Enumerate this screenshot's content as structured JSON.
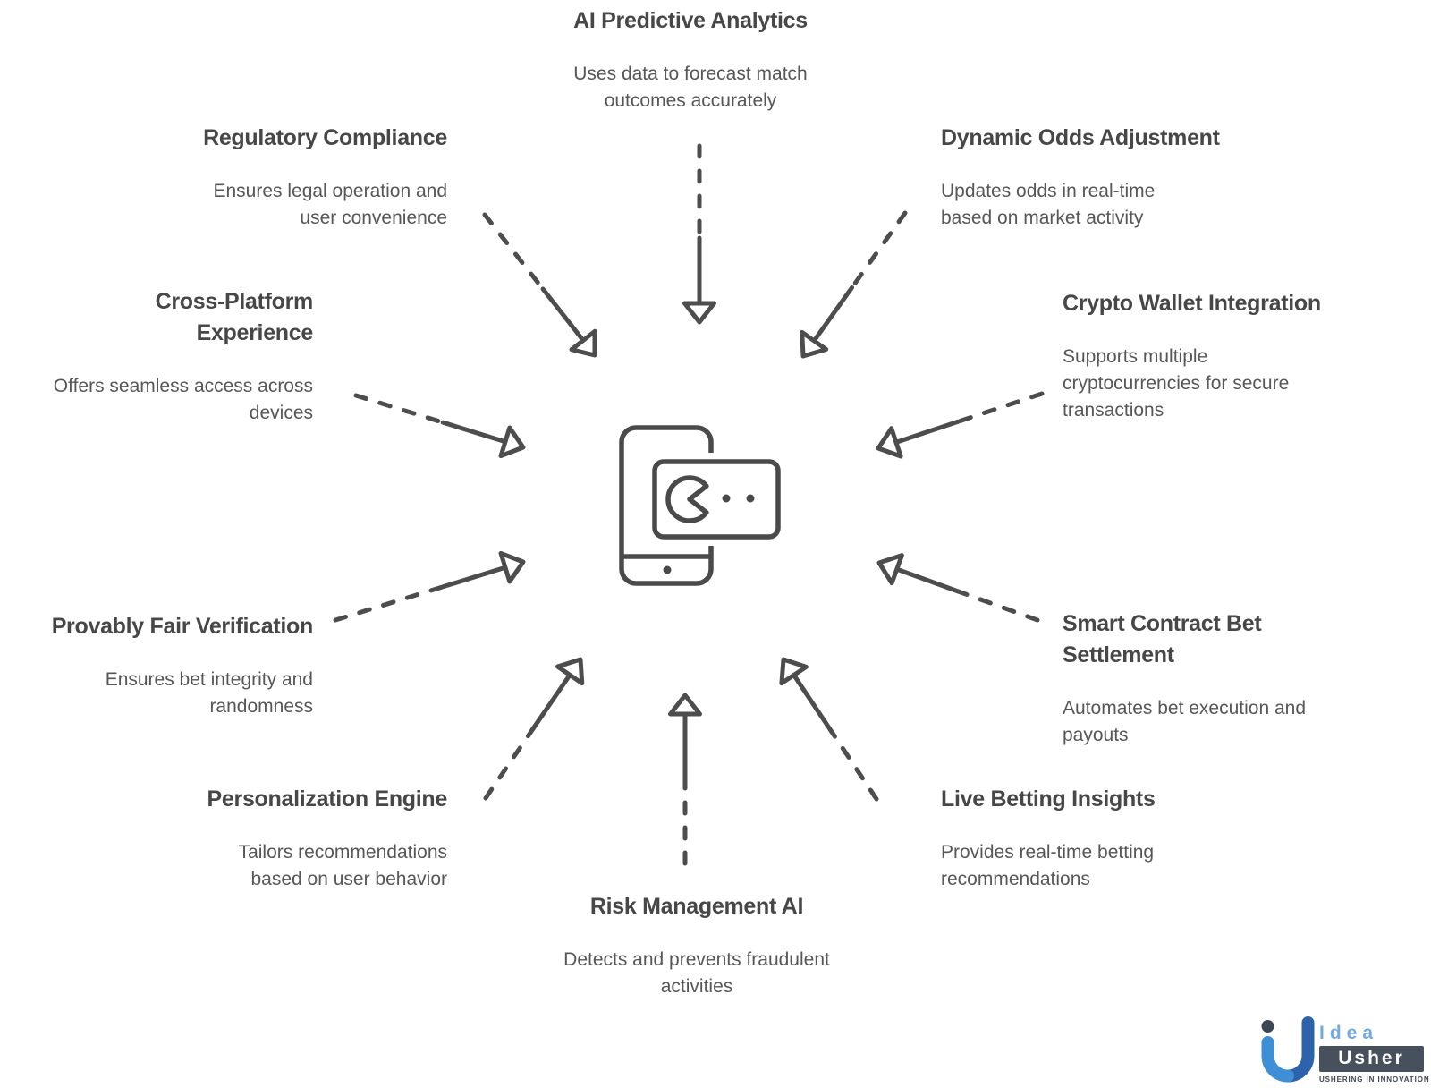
{
  "colors": {
    "background": "#ffffff",
    "heading_text": "#474747",
    "body_text": "#575757",
    "arrow_stroke": "#4d4d4d",
    "icon_stroke": "#4a4a4a",
    "logo_blue": "#3f8fd6",
    "logo_dark_blue": "#2e62ab",
    "logo_slate": "#3d4653",
    "logo_usher_bg": "#47515d",
    "logo_idea_text": "#72abe0"
  },
  "icons": {
    "center": "mobile-betting-app-icon"
  },
  "features": [
    {
      "id": "ai-predictive-analytics",
      "title": "AI Predictive Analytics",
      "description": "Uses data to forecast match\noutcomes accurately"
    },
    {
      "id": "regulatory-compliance",
      "title": "Regulatory Compliance",
      "description": "Ensures legal operation and\nuser convenience"
    },
    {
      "id": "dynamic-odds-adjustment",
      "title": "Dynamic Odds Adjustment",
      "description": "Updates odds in real-time\nbased on market activity"
    },
    {
      "id": "cross-platform-experience",
      "title": "Cross-Platform\nExperience",
      "description": "Offers seamless access across\ndevices"
    },
    {
      "id": "crypto-wallet-integration",
      "title": "Crypto Wallet Integration",
      "description": "Supports multiple\ncryptocurrencies for secure\ntransactions"
    },
    {
      "id": "provably-fair-verification",
      "title": "Provably Fair Verification",
      "description": "Ensures bet integrity and\nrandomness"
    },
    {
      "id": "smart-contract-bet-settlement",
      "title": "Smart Contract Bet\nSettlement",
      "description": "Automates bet execution and\npayouts"
    },
    {
      "id": "personalization-engine",
      "title": "Personalization Engine",
      "description": "Tailors recommendations\nbased on user behavior"
    },
    {
      "id": "live-betting-insights",
      "title": "Live Betting Insights",
      "description": "Provides real-time betting\nrecommendations"
    },
    {
      "id": "risk-management-ai",
      "title": "Risk Management AI",
      "description": "Detects and prevents fraudulent\nactivities"
    }
  ],
  "logo": {
    "brand_top": "Idea",
    "brand_bottom": "Usher",
    "tagline": "USHERING IN INNOVATION"
  }
}
